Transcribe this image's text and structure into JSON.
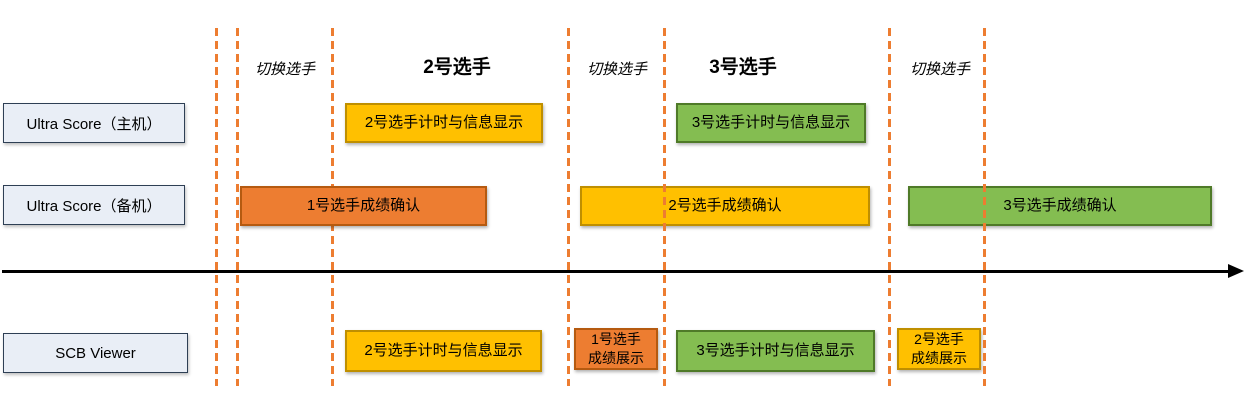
{
  "colors": {
    "orange": "#ED7D31",
    "orange_border": "#B55A10",
    "yellow": "#FFC000",
    "yellow_border": "#BF8F00",
    "green": "#84BD51",
    "green_border": "#4F7A28",
    "dashed_line": "#ED7D31",
    "label_fill": "#E9EEF6",
    "label_border": "#2E3F54",
    "timeline": "#000000"
  },
  "lanes": {
    "ultra_score_main": "Ultra Score（主机）",
    "ultra_score_backup": "Ultra Score（备机）",
    "scb_viewer": "SCB Viewer"
  },
  "phase_labels": {
    "switch_1": "切换选手",
    "player_2": "2号选手",
    "switch_2": "切换选手",
    "player_3": "3号选手",
    "switch_3": "切换选手"
  },
  "tasks": {
    "main_p2_timing": "2号选手计时与信息显示",
    "main_p3_timing": "3号选手计时与信息显示",
    "backup_p1_confirm": "1号选手成绩确认",
    "backup_p2_confirm": "2号选手成绩确认",
    "backup_p3_confirm": "3号选手成绩确认",
    "viewer_p2_timing": "2号选手计时与信息显示",
    "viewer_p1_result": "1号选手\n成绩展示",
    "viewer_p3_timing": "3号选手计时与信息显示",
    "viewer_p2_result": "2号选手\n成绩展示"
  }
}
